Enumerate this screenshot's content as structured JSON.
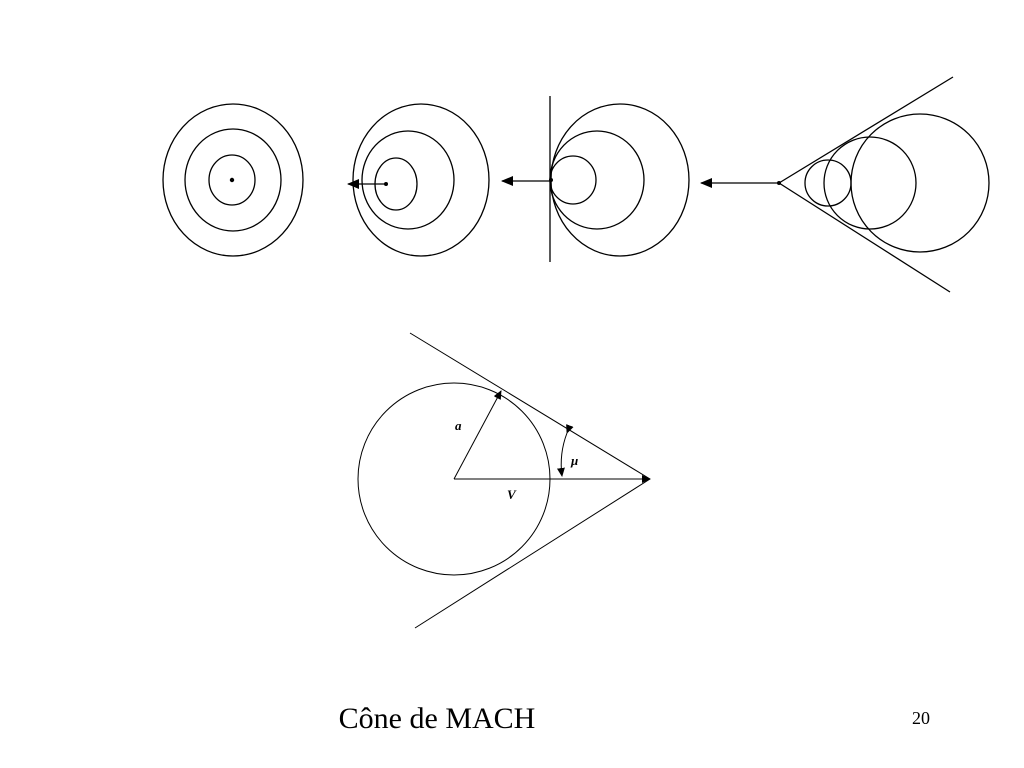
{
  "slide": {
    "title": "Cône de MACH",
    "page_number": "20"
  },
  "diagram": {
    "labels": {
      "sound_speed": "a",
      "velocity": "V",
      "mach_angle": "μ"
    },
    "colors": {
      "stroke": "#000000",
      "background": "#ffffff"
    }
  }
}
